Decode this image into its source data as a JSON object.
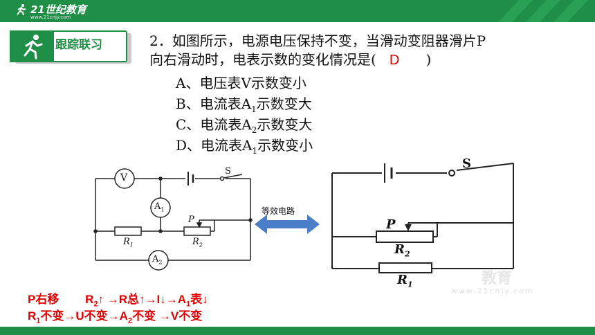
{
  "brand": {
    "logo_text": "21世纪教育",
    "logo_sub": "www.21cnjy.com"
  },
  "section_badge": {
    "label": "跟踪联习"
  },
  "question": {
    "line1": "2．如图所示，电源电压保持不变，当滑动变阻器滑片P",
    "line2_prefix": "向右滑动时，电表示数的变化情况是(",
    "answer": "D",
    "line2_suffix": ")"
  },
  "options": [
    {
      "prefix": "A、电压表V示数变小",
      "sub": "",
      "suffix": ""
    },
    {
      "prefix": "B、电流表A",
      "sub": "1",
      "suffix": "示数变大"
    },
    {
      "prefix": "C、电流表A",
      "sub": "2",
      "suffix": "示数变大"
    },
    {
      "prefix": "D、电流表A",
      "sub": "1",
      "suffix": "示数变小"
    }
  ],
  "circuit_left": {
    "voltmeter": "V",
    "ammeter1": "A",
    "ammeter1_sub": "1",
    "ammeter2": "A",
    "ammeter2_sub": "2",
    "switch": "S",
    "slider": "P",
    "r1": "R",
    "r1_sub": "1",
    "r2": "R",
    "r2_sub": "2"
  },
  "equivalent_label": "等效电路",
  "circuit_right": {
    "switch": "S",
    "slider": "P",
    "r2": "R",
    "r2_sub": "2",
    "r1": "R",
    "r1_sub": "1"
  },
  "analysis": {
    "line1_a": "P右移",
    "line1_b": "R",
    "line1_b_sub": "2",
    "line1_c": "↑  →R总↑→I↓→A",
    "line1_c_sub": "1",
    "line1_d": "表↓",
    "line2_a": "R",
    "line2_a_sub": "1",
    "line2_b": "不变→U不变→A",
    "line2_b_sub": "2",
    "line2_c": "不变  →V不变"
  },
  "watermark": {
    "text": "教育",
    "sub": "www.21cnjy.com"
  },
  "colors": {
    "green": "#1f8e46",
    "red": "#e00000",
    "arrow": "#4a7fc8"
  }
}
